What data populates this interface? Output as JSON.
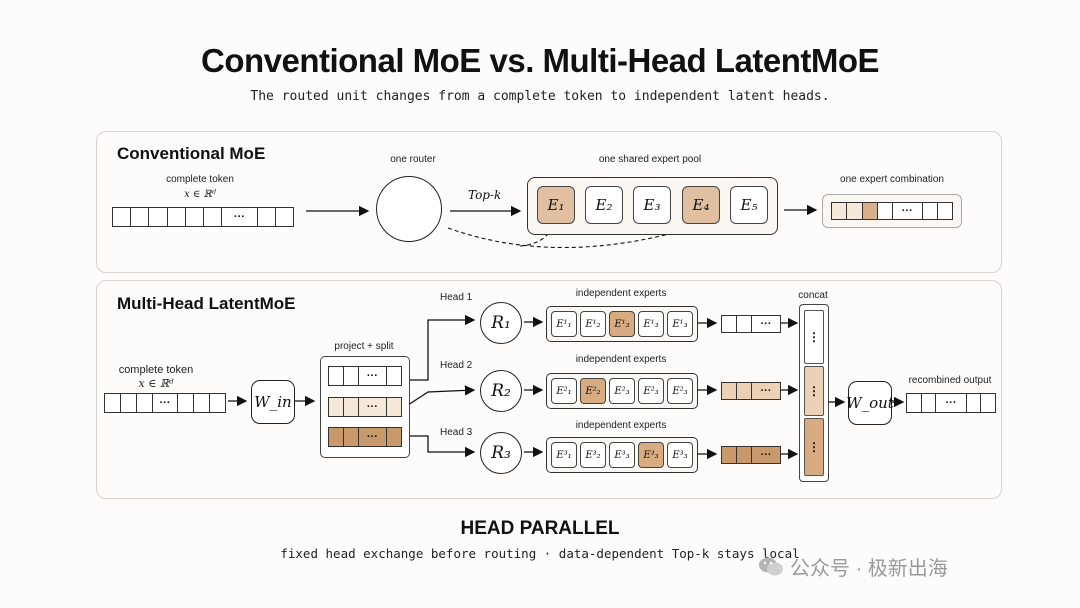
{
  "header": {
    "title": "Conventional MoE vs. Multi-Head LatentMoE",
    "subtitle": "The routed unit changes from a complete token to independent latent heads."
  },
  "conventional": {
    "title": "Conventional MoE",
    "token_label": "complete token",
    "token_math": "x ∈ ℝᵈ",
    "token_dots": "···",
    "router_label": "one router",
    "topk": "Top-k",
    "pool_label": "one shared expert pool",
    "experts": [
      "E₁",
      "E₂",
      "E₃",
      "E₄",
      "E₅"
    ],
    "selected": [
      0,
      3
    ],
    "output_label": "one expert combination",
    "output_dots": "···"
  },
  "latent": {
    "title": "Multi-Head LatentMoE",
    "token_label": "complete token",
    "token_math": "x ∈ ℝᵈ",
    "token_dots": "···",
    "w_in": "W_in",
    "project_label": "project + split",
    "split_dots": "···",
    "heads": [
      {
        "label": "Head 1",
        "router": "R₁",
        "experts_label": "independent experts",
        "experts": [
          "E¹₁",
          "E¹₂",
          "E¹₃",
          "E¹₃",
          "E¹₃"
        ],
        "selected": 2,
        "out_dots": "···"
      },
      {
        "label": "Head 2",
        "router": "R₂",
        "experts_label": "independent experts",
        "experts": [
          "E²₁",
          "E²₂",
          "E²₃",
          "E²₃",
          "E²₃"
        ],
        "selected": 1,
        "out_dots": "···"
      },
      {
        "label": "Head 3",
        "router": "R₃",
        "experts_label": "independent experts",
        "experts": [
          "E³₁",
          "E³₂",
          "E³₃",
          "E³₃",
          "E³₃"
        ],
        "selected": 3,
        "out_dots": "···"
      }
    ],
    "concat_label": "concat",
    "concat_dots": "⋮",
    "w_out": "W_out",
    "output_label": "recombined output",
    "output_dots": "···"
  },
  "footer": {
    "title": "HEAD PARALLEL",
    "subtitle": "fixed head exchange before routing · data-dependent Top-k stays local"
  },
  "watermark": "公众号 · 极新出海",
  "colors": {
    "selected": "#e0c0a0",
    "light": "#f6e8da",
    "mid": "#ecd1b4",
    "dark": "#c9996b"
  }
}
